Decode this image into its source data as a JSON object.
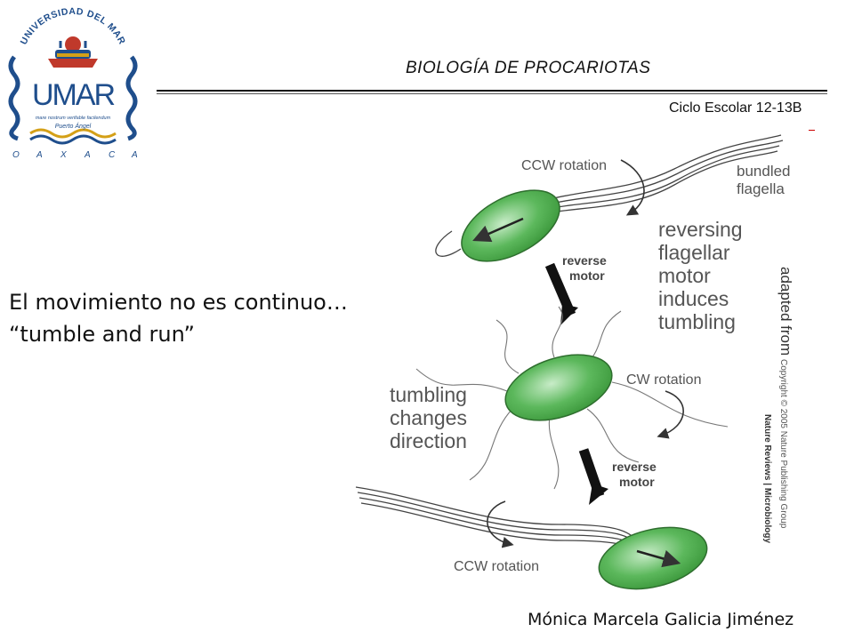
{
  "header": {
    "course_title": "BIOLOGÍA DE PROCARIOTAS",
    "cycle": "Ciclo Escolar 12-13B"
  },
  "logo": {
    "arc_text": "UNIVERSIDAD DEL MAR",
    "monogram": "UMAR",
    "motto": "mare nostrum verifable facilendum",
    "signature": "Puerto Ángel",
    "state_letters": [
      "O",
      "A",
      "X",
      "A",
      "C",
      "A"
    ]
  },
  "main": {
    "line1": "El movimiento no es continuo…",
    "line2": "“tumble and run”"
  },
  "figure": {
    "ccw_top": "CCW rotation",
    "bundled_1": "bundled",
    "bundled_2": "flagella",
    "reversing_1": "reversing",
    "reversing_2": "flagellar",
    "reversing_3": "motor",
    "reversing_4": "induces",
    "reversing_5": "tumbling",
    "reverse_top_1": "reverse",
    "reverse_top_2": "motor",
    "cw_rotation": "CW rotation",
    "tumbling_1": "tumbling",
    "tumbling_2": "changes",
    "tumbling_3": "direction",
    "reverse_bottom_1": "reverse",
    "reverse_bottom_2": "motor",
    "ccw_bottom": "CCW rotation",
    "credit_adapted": "adapted from",
    "credit_copyright": "Copyright © 2005 Nature Publishing Group",
    "credit_journal": "Nature Reviews | Microbiology"
  },
  "footer": {
    "author": "Mónica Marcela Galicia Jiménez"
  },
  "colors": {
    "bacterium": "#5cb85c",
    "logo_blue": "#1f4e8c",
    "logo_gold": "#d4a017",
    "logo_red": "#c0392b"
  }
}
